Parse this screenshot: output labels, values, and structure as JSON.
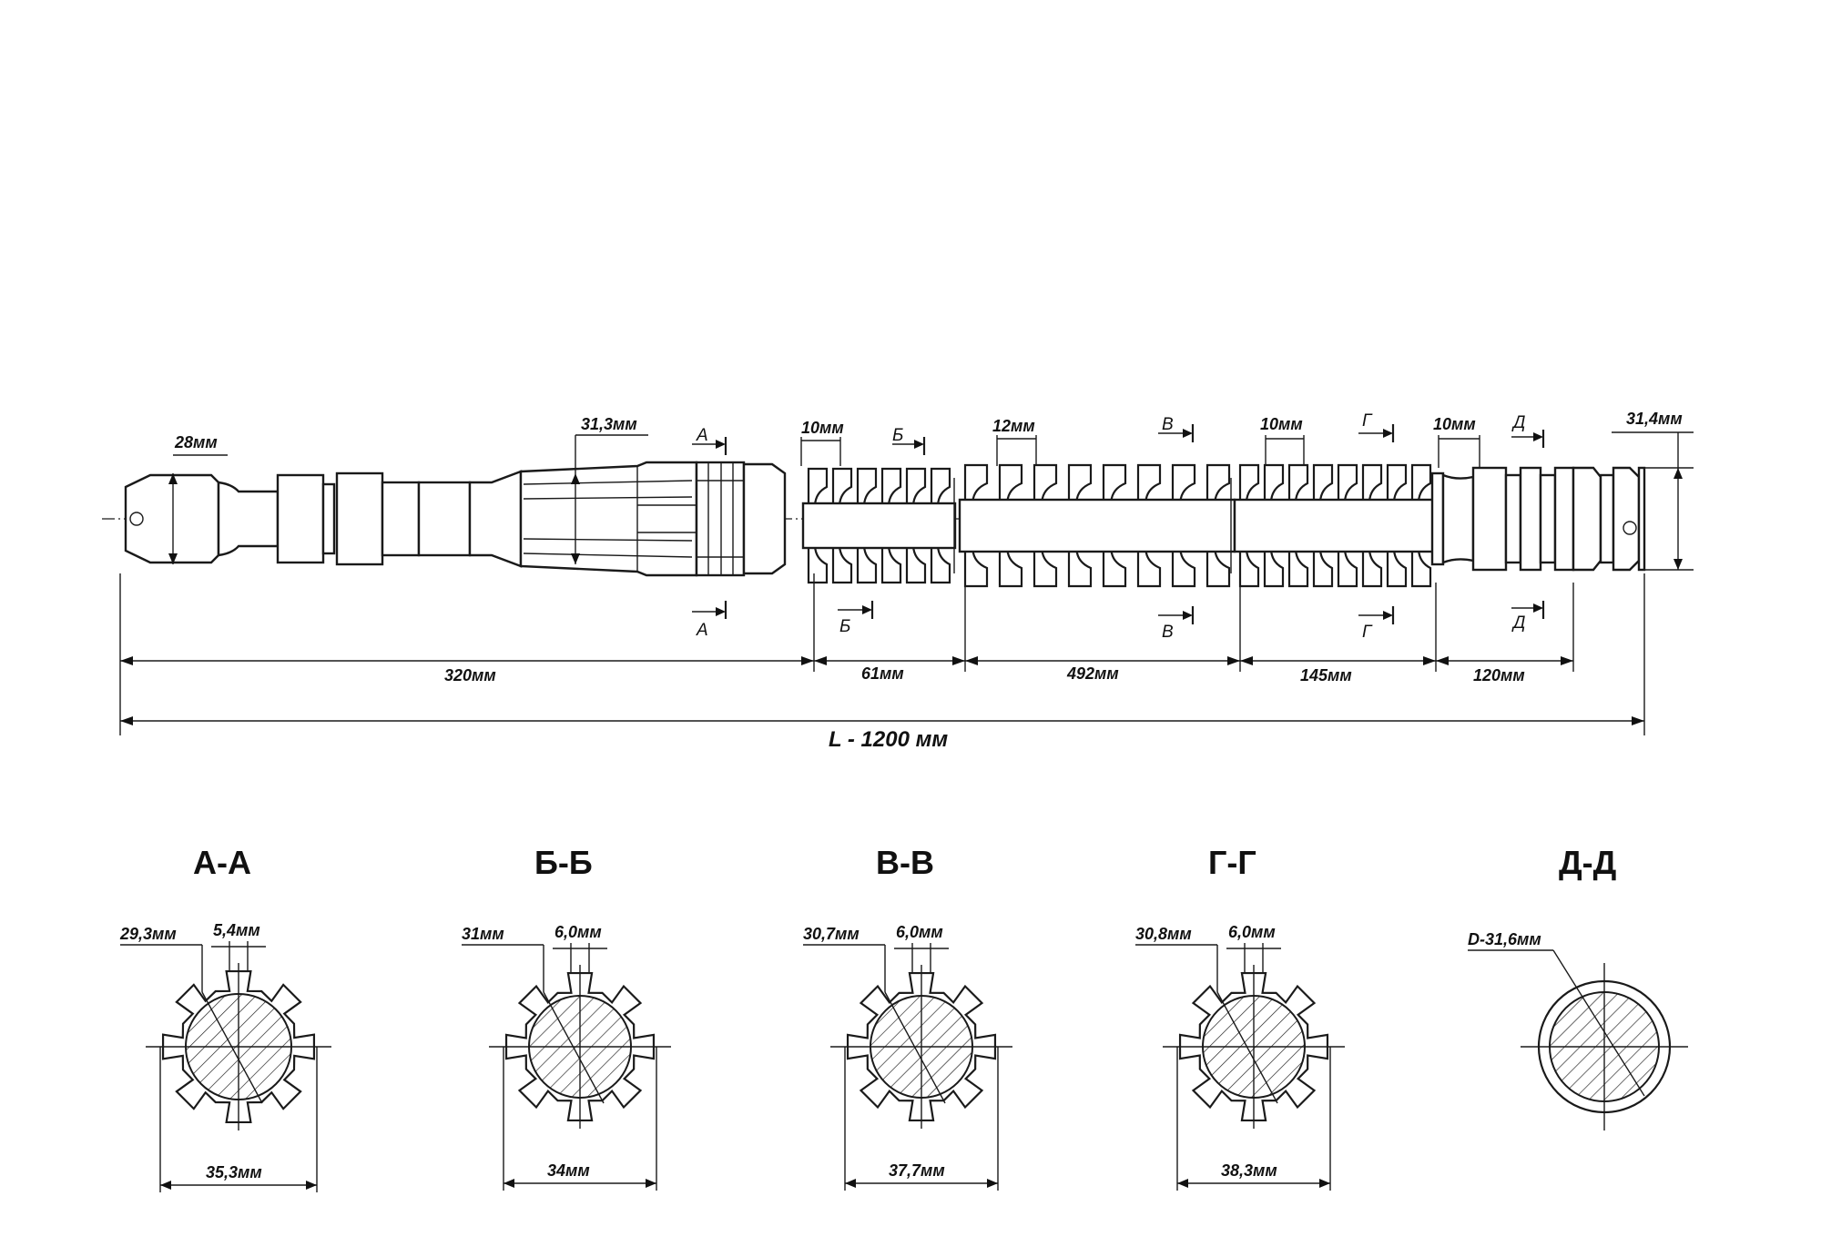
{
  "shaft": {
    "top_dims": {
      "d_head": "28мм",
      "d_spline_a": "31,3мм",
      "pitch_b": "10мм",
      "pitch_v": "12мм",
      "pitch_g": "10мм",
      "pitch_d": "10мм",
      "d_end": "31,4мм"
    },
    "section_markers": {
      "a": "А",
      "b": "Б",
      "v": "В",
      "g": "Г",
      "d": "Д"
    },
    "segment_lengths": [
      "320мм",
      "61мм",
      "492мм",
      "145мм",
      "120мм"
    ],
    "total_length": "L - 1200 мм"
  },
  "sections": [
    {
      "title": "А-А",
      "inner_d": "29,3мм",
      "key_w": "5,4мм",
      "outer_d": "35,3мм"
    },
    {
      "title": "Б-Б",
      "inner_d": "31мм",
      "key_w": "6,0мм",
      "outer_d": "34мм"
    },
    {
      "title": "В-В",
      "inner_d": "30,7мм",
      "key_w": "6,0мм",
      "outer_d": "37,7мм"
    },
    {
      "title": "Г-Г",
      "inner_d": "30,8мм",
      "key_w": "6,0мм",
      "outer_d": "38,3мм"
    },
    {
      "title": "Д-Д",
      "inner_d": "D-31,6мм"
    }
  ]
}
